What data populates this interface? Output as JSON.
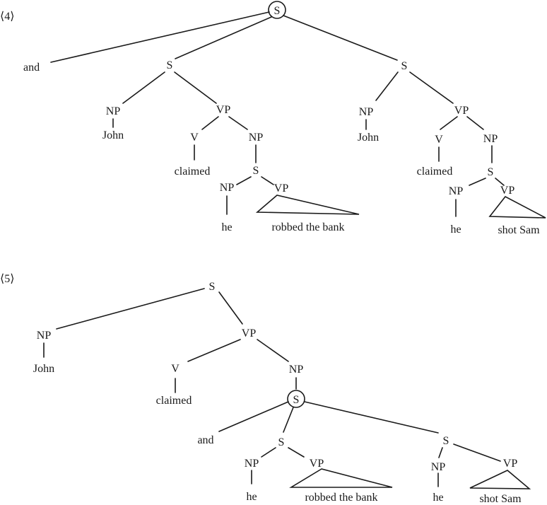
{
  "figures": [
    {
      "label": "⟨4⟩",
      "nodes": {
        "s_root": "S",
        "and": "and",
        "s_left": "S",
        "np_left": "NP",
        "john_left": "John",
        "vp_left": "VP",
        "v_left": "V",
        "claimed_left": "claimed",
        "np2_left": "NP",
        "s2_left": "S",
        "np3_left": "NP",
        "he_left": "he",
        "vp2_left": "VP",
        "robbed_left": "robbed the bank",
        "s_right": "S",
        "np_right": "NP",
        "john_right": "John",
        "vp_right": "VP",
        "v_right": "V",
        "claimed_right": "claimed",
        "np2_right": "NP",
        "s2_right": "S",
        "np3_right": "NP",
        "he_right": "he",
        "vp2_right": "VP",
        "shot_right": "shot Sam"
      }
    },
    {
      "label": "⟨5⟩",
      "nodes": {
        "s_top": "S",
        "np_john": "NP",
        "john": "John",
        "vp": "VP",
        "v": "V",
        "claimed": "claimed",
        "np": "NP",
        "s_circ": "S",
        "and": "and",
        "s_l": "S",
        "np_l": "NP",
        "he_l": "he",
        "vp_l": "VP",
        "robbed": "robbed the bank",
        "s_r": "S",
        "np_r": "NP",
        "he_r": "he",
        "vp_r": "VP",
        "shot": "shot Sam"
      }
    }
  ]
}
